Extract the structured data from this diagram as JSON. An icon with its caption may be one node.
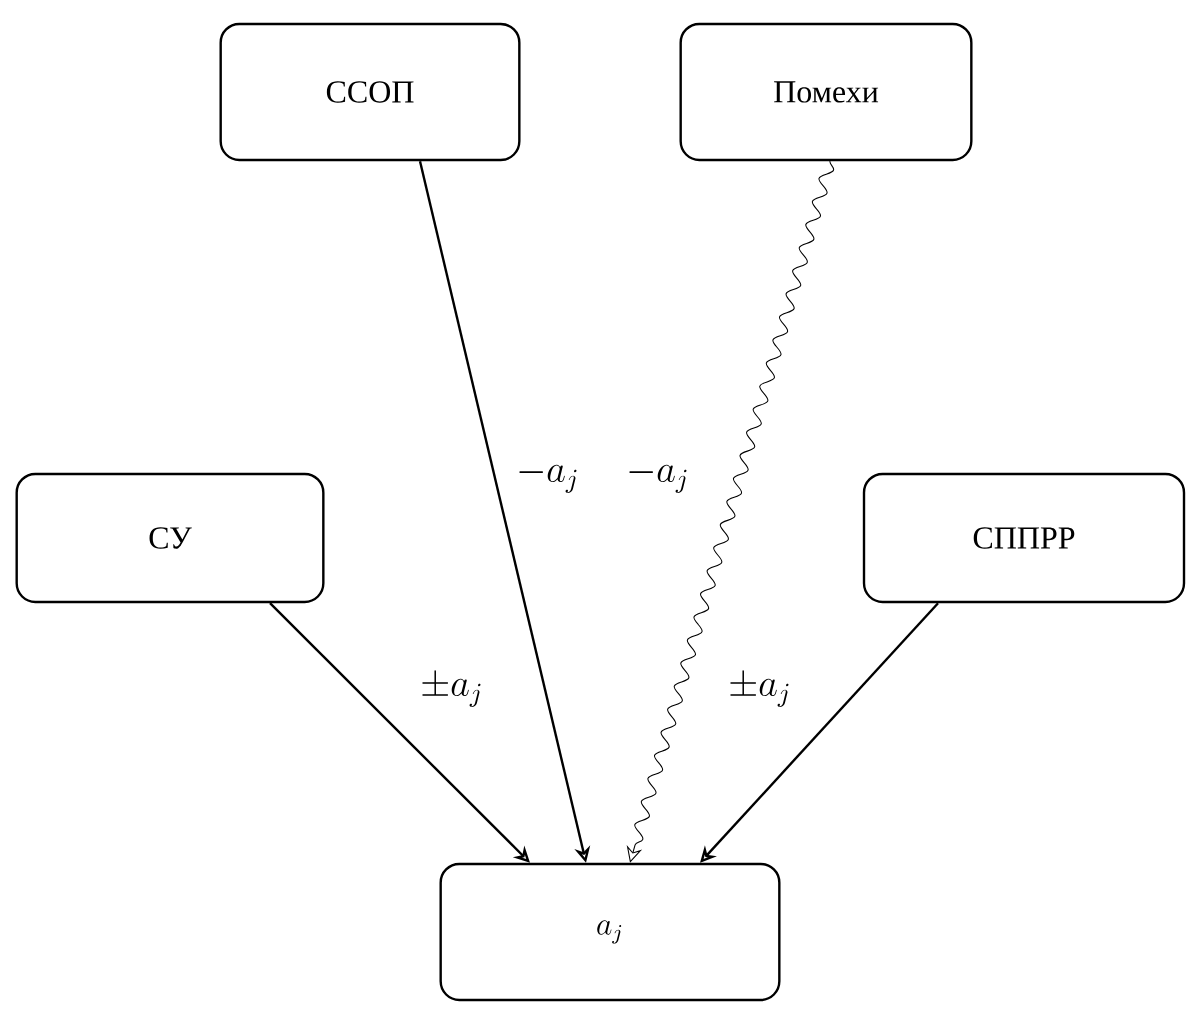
{
  "diagram": {
    "nodes": [
      {
        "text": [
          "ССОП"
        ]
      },
      {
        "text": [
          "Помехи"
        ]
      },
      {
        "text": [
          "СУ"
        ]
      },
      {
        "text": [
          "СППРР"
        ]
      },
      {
        "text": [
          "a_j"
        ]
      }
    ],
    "edges": [
      {
        "from": 2,
        "to": 4,
        "arrow": "to",
        "label": "\\pm a_j"
      },
      {
        "from": 0,
        "to": 4,
        "arrow": "to",
        "label": "-a_j"
      },
      {
        "from": 1,
        "to": 4,
        "arrow": "to",
        "label": "-a_j"
      },
      {
        "from": 3,
        "to": 4,
        "arrow": "to",
        "label": "\\pm a_j"
      }
    ]
  }
}
